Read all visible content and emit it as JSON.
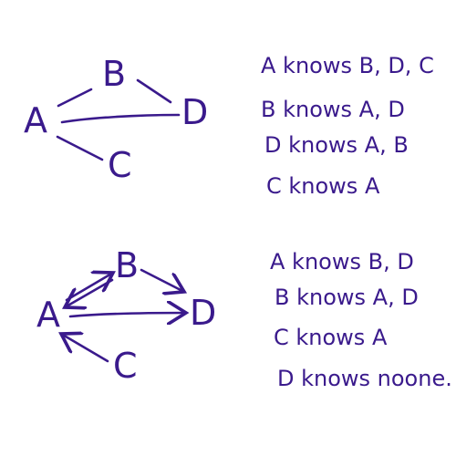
{
  "colors": {
    "ink": "#3a1a8c",
    "background": "#ffffff"
  },
  "top_diagram": {
    "type": "undirected",
    "nodes": {
      "A": "A",
      "B": "B",
      "C": "C",
      "D": "D"
    },
    "edges": [
      [
        "A",
        "B"
      ],
      [
        "A",
        "D"
      ],
      [
        "A",
        "C"
      ],
      [
        "B",
        "D"
      ]
    ],
    "relations": [
      "A knows B, D, C",
      "B knows A, D",
      "D knows A, B",
      "C knows A"
    ]
  },
  "bottom_diagram": {
    "type": "directed",
    "nodes": {
      "A": "A",
      "B": "B",
      "C": "C",
      "D": "D"
    },
    "edges": [
      [
        "A",
        "B"
      ],
      [
        "B",
        "A"
      ],
      [
        "A",
        "D"
      ],
      [
        "B",
        "D"
      ],
      [
        "C",
        "A"
      ]
    ],
    "relations": [
      "A knows B, D",
      "B knows A, D",
      "C knows A",
      "D knows noone."
    ]
  }
}
